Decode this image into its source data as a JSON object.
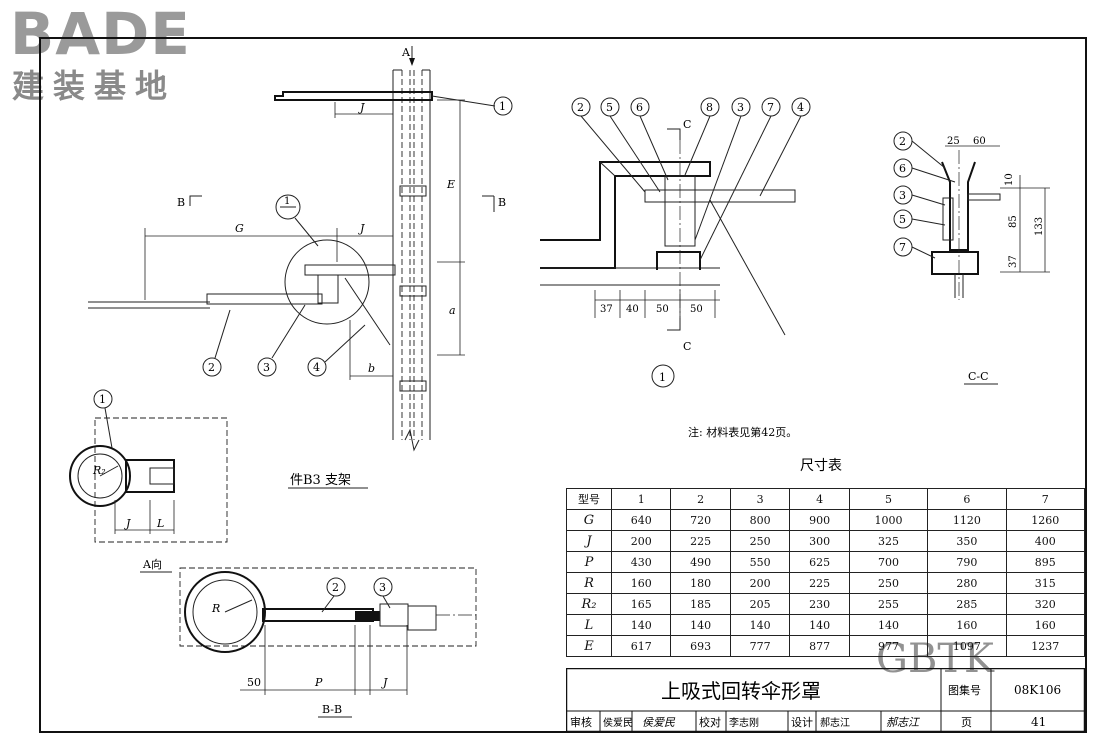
{
  "logo": {
    "brand": "BADE",
    "subtitle": "建装基地"
  },
  "watermark": "GBTK",
  "views": {
    "part_label": "件B3 支架",
    "view_a_label": "A向",
    "section_b_label": "B-B",
    "section_c_label": "C-C",
    "detail_label": "1",
    "detail_marker": "1",
    "cut_a": "A",
    "cut_b": "B",
    "cut_c": "C"
  },
  "dimension_labels": {
    "G": "G",
    "J": "J",
    "E": "E",
    "a": "a",
    "b": "b",
    "R": "R",
    "R2": "R₂",
    "L": "L",
    "P": "P",
    "fifty": "50",
    "detail_dims": [
      "37",
      "40",
      "50",
      "50"
    ],
    "cc_dims": [
      "25",
      "60",
      "10",
      "85",
      "133",
      "37"
    ]
  },
  "callouts": [
    "1",
    "2",
    "3",
    "4",
    "5",
    "6",
    "7",
    "8"
  ],
  "note": "注: 材料表见第42页。",
  "table": {
    "title": "尺寸表",
    "header_label": "型号",
    "columns": [
      "1",
      "2",
      "3",
      "4",
      "5",
      "6",
      "7"
    ],
    "rows": [
      {
        "name": "G",
        "values": [
          "640",
          "720",
          "800",
          "900",
          "1000",
          "1120",
          "1260"
        ]
      },
      {
        "name": "J",
        "values": [
          "200",
          "225",
          "250",
          "300",
          "325",
          "350",
          "400"
        ]
      },
      {
        "name": "P",
        "values": [
          "430",
          "490",
          "550",
          "625",
          "700",
          "790",
          "895"
        ]
      },
      {
        "name": "R",
        "values": [
          "160",
          "180",
          "200",
          "225",
          "250",
          "280",
          "315"
        ]
      },
      {
        "name": "R₂",
        "values": [
          "165",
          "185",
          "205",
          "230",
          "255",
          "285",
          "320"
        ]
      },
      {
        "name": "L",
        "values": [
          "140",
          "140",
          "140",
          "140",
          "140",
          "160",
          "160"
        ]
      },
      {
        "name": "E",
        "values": [
          "617",
          "693",
          "777",
          "877",
          "977",
          "1097",
          "1237"
        ]
      }
    ]
  },
  "title_block": {
    "drawing_title": "上吸式回转伞形罩",
    "atlas_label": "图集号",
    "atlas_no": "08K106",
    "review_label": "审核",
    "reviewer": "侯爱民",
    "check_label": "校对",
    "checker": "李志刚",
    "design_label": "设计",
    "designer": "郝志江",
    "page_label": "页",
    "page_no": "41"
  }
}
